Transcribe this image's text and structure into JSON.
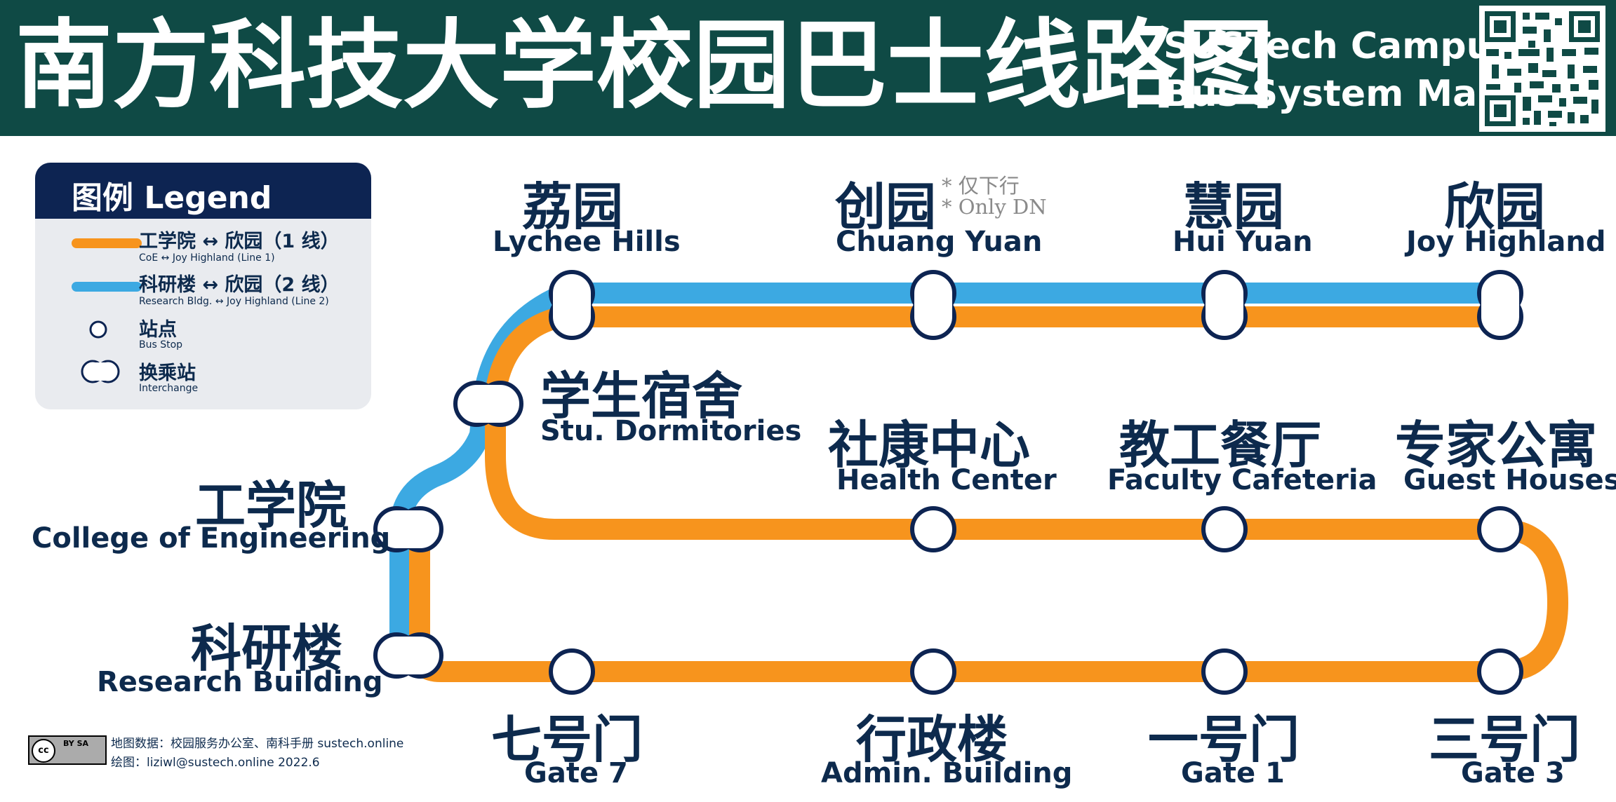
{
  "header": {
    "title_zh": "南方科技大学校园巴士线路图",
    "title_en_line1": "SUSTech Campus",
    "title_en_line2": "Bus System Map",
    "qr_icon": "qr-code-icon"
  },
  "legend": {
    "title": "图例 Legend",
    "items": [
      {
        "type": "line",
        "color": "#f7941d",
        "zh": "工学院 ↔ 欣园（1 线）",
        "en": "CoE ↔ Joy Highland (Line 1)"
      },
      {
        "type": "line",
        "color": "#3ca9e2",
        "zh": "科研楼 ↔ 欣园（2 线）",
        "en": "Research Bldg. ↔ Joy Highland (Line 2)"
      },
      {
        "type": "stop",
        "zh": "站点",
        "en": "Bus Stop"
      },
      {
        "type": "interchange",
        "zh": "换乘站",
        "en": "Interchange"
      }
    ]
  },
  "colors": {
    "line1": "#f7941d",
    "line2": "#3ca9e2",
    "station_stroke": "#0d2452",
    "header_bg": "#0f4a45",
    "text": "#0d2a4d"
  },
  "stations": {
    "lychee": {
      "zh": "荔园",
      "en": "Lychee Hills"
    },
    "chuang": {
      "zh": "创园",
      "en": "Chuang Yuan",
      "note_zh": "* 仅下行",
      "note_en": "* Only DN"
    },
    "hui": {
      "zh": "慧园",
      "en": "Hui Yuan"
    },
    "joy": {
      "zh": "欣园",
      "en": "Joy Highland"
    },
    "dorm": {
      "zh": "学生宿舍",
      "en": "Stu. Dormitories"
    },
    "health": {
      "zh": "社康中心",
      "en": "Health Center"
    },
    "cafeteria": {
      "zh": "教工餐厅",
      "en": "Faculty Cafeteria"
    },
    "guest": {
      "zh": "专家公寓",
      "en": "Guest Houses"
    },
    "coe": {
      "zh": "工学院",
      "en": "College of Engineering"
    },
    "research": {
      "zh": "科研楼",
      "en": "Research Building"
    },
    "gate7": {
      "zh": "七号门",
      "en": "Gate 7"
    },
    "admin": {
      "zh": "行政楼",
      "en": "Admin. Building"
    },
    "gate1": {
      "zh": "一号门",
      "en": "Gate 1"
    },
    "gate3": {
      "zh": "三号门",
      "en": "Gate 3"
    }
  },
  "footer": {
    "license_cc": "cc",
    "license_by": "BY  SA",
    "credit_line1": "地图数据：校园服务办公室、南科手册 sustech.online",
    "credit_line2": "绘图：liziwl@sustech.online 2022.6"
  }
}
